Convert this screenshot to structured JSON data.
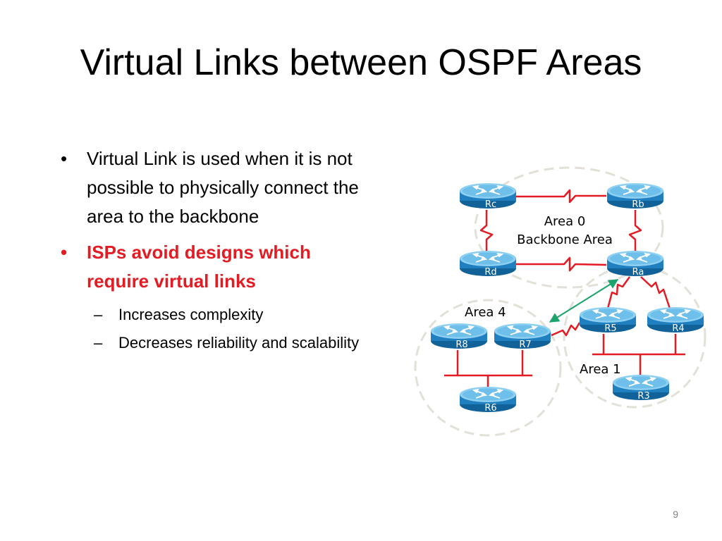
{
  "slide": {
    "title": "Virtual Links between OSPF Areas",
    "page_number": "9"
  },
  "bullets": [
    {
      "marker": "•",
      "text": "Virtual Link is used when it is not possible to physically connect the area to the backbone",
      "color": "#000000"
    },
    {
      "marker": "•",
      "text": "ISPs avoid designs which require virtual links",
      "color": "#e31b23"
    }
  ],
  "sub_bullets": [
    {
      "marker": "–",
      "text": "Increases complexity"
    },
    {
      "marker": "–",
      "text": "Decreases reliability and scalability"
    }
  ],
  "diagram": {
    "areas": {
      "area0": {
        "line1": "Area 0",
        "line2": "Backbone Area"
      },
      "area1": {
        "label": "Area 1"
      },
      "area4": {
        "label": "Area 4"
      }
    },
    "routers": {
      "rc": "Rc",
      "rb": "Rb",
      "rd": "Rd",
      "ra": "Ra",
      "r5": "R5",
      "r4": "R4",
      "r8": "R8",
      "r7": "R7",
      "r3": "R3",
      "r6": "R6"
    },
    "colors": {
      "router_body": "#1f7fbf",
      "router_top": "#8dd0f2",
      "serial_link": "#e31b23",
      "ethernet": "#e31b23",
      "virtual_link": "#1aa36b",
      "area_boundary": "#e3e0d8"
    }
  }
}
